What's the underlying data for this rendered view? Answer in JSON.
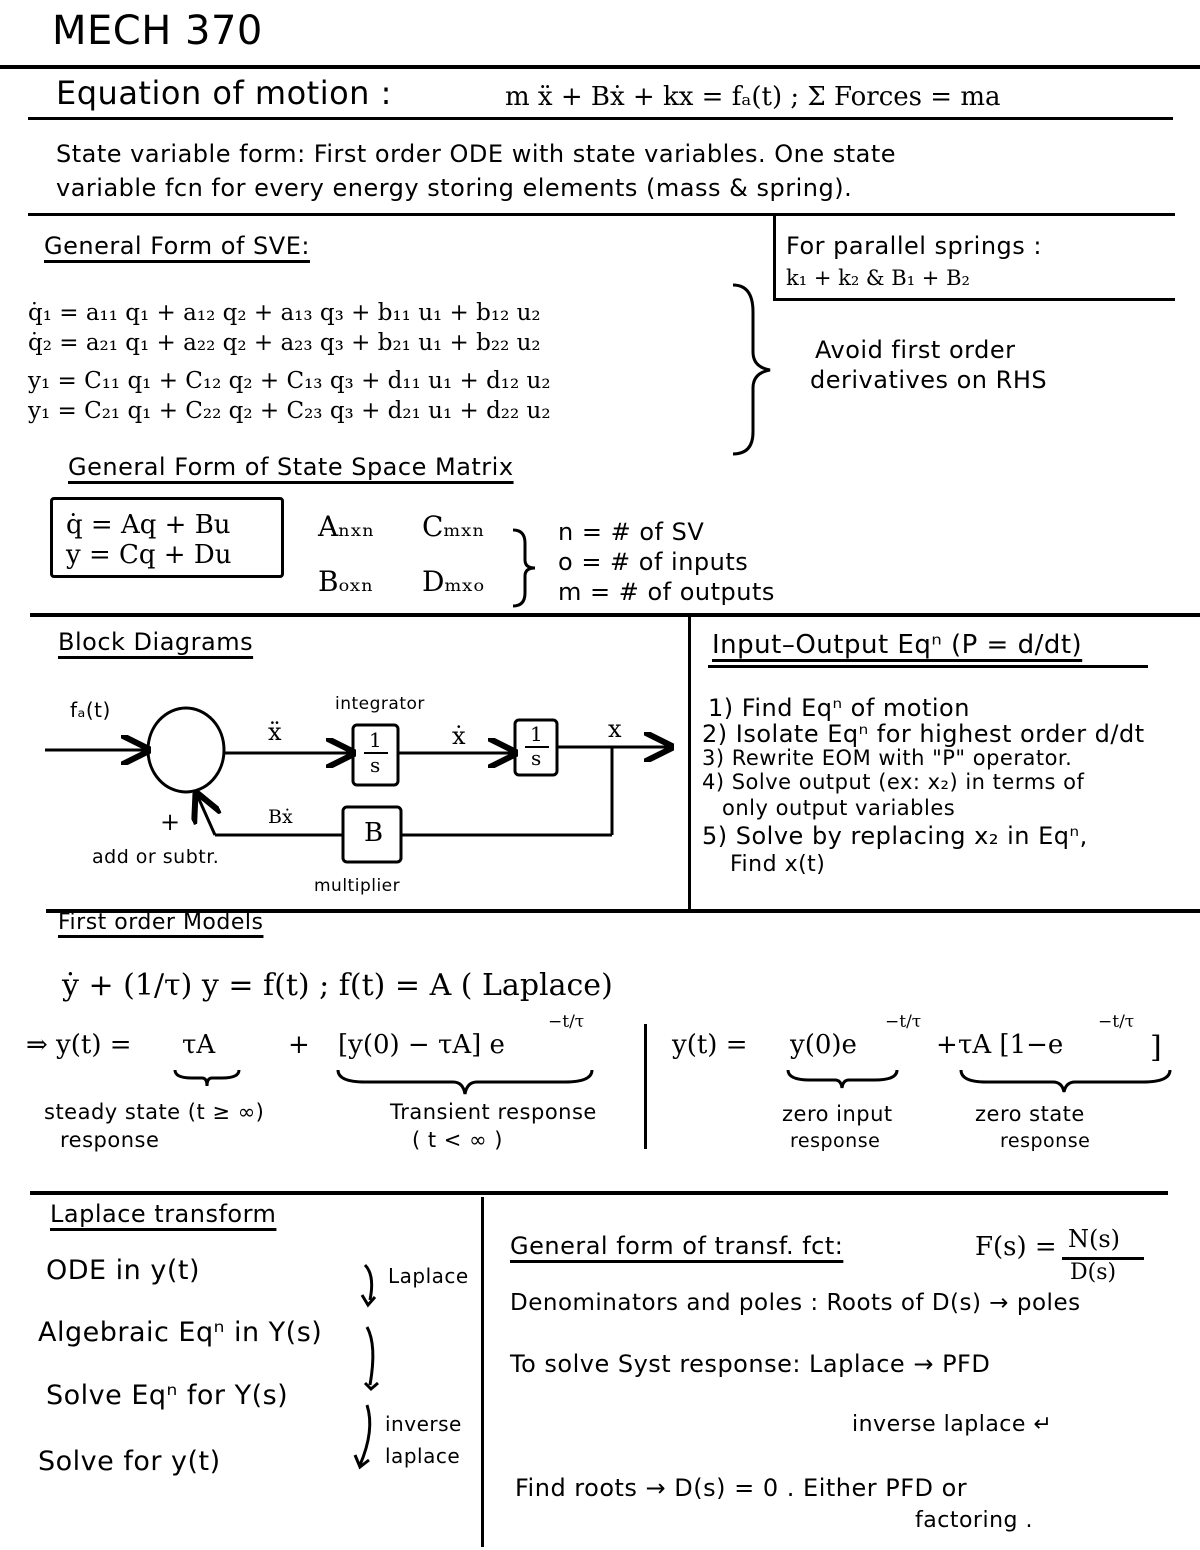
{
  "header": {
    "title": "MECH 370"
  },
  "equation_of_motion": {
    "label": "Equation of motion :",
    "formula": "m ẍ + Bẋ + kx = fₐ(t) ; Σ Forces = ma"
  },
  "state_variable_form": {
    "line1": "State variable form: First order ODE with state variables. One state",
    "line2": "variable fcn for every energy storing elements (mass & spring)."
  },
  "sve": {
    "heading": "General Form of SVE:",
    "equations": [
      "q̇₁ = a₁₁ q₁ + a₁₂ q₂ + a₁₃ q₃ + b₁₁ u₁ + b₁₂ u₂",
      "q̇₂ = a₂₁ q₁ + a₂₂ q₂ + a₂₃ q₃ + b₂₁ u₁ + b₂₂ u₂",
      "y₁ = C₁₁ q₁ + C₁₂ q₂ + C₁₃ q₃ + d₁₁ u₁ + d₁₂ u₂",
      "y₁ = C₂₁ q₁ + C₂₂ q₂ + C₂₃ q₃ + d₂₁ u₁ + d₂₂ u₂"
    ],
    "note_line1": "Avoid first order",
    "note_line2": "derivatives on RHS"
  },
  "parallel_springs": {
    "line1": "For parallel springs :",
    "line2": "k₁ + k₂ & B₁ + B₂"
  },
  "state_space": {
    "heading": "General Form of State Space Matrix",
    "boxed_eq1": "q̇ = Aq + Bu",
    "boxed_eq2": "y = Cq + Du",
    "dims": [
      "Aₙₓₙ",
      "Cₘₓₙ",
      "Bₒₓₙ",
      "Dₘₓₒ"
    ],
    "definitions": [
      "n = # of SV",
      "o = # of inputs",
      "m = # of outputs"
    ]
  },
  "block_diagram": {
    "heading": "Block Diagrams",
    "input_label": "fₐ(t)",
    "sum_sign": "+",
    "sum_label": "add or subtr.",
    "xddot": "ẍ",
    "integrator_label": "integrator",
    "integrator_block": {
      "num": "1",
      "den": "s"
    },
    "xdot": "ẋ",
    "output_label": "x",
    "feedback_label": "Bẋ",
    "multiplier_block": "B",
    "multiplier_label": "multiplier"
  },
  "input_output": {
    "heading": "Input–Output Eqⁿ (P = d/dt)",
    "steps": [
      "1) Find Eqⁿ of motion",
      "2) Isolate Eqⁿ for highest order d/dt",
      "3) Rewrite EOM with \"P\" operator.",
      "4) Solve output (ex: x₂) in terms of",
      "only output variables",
      "5) Solve by replacing x₂ in Eqⁿ,",
      "Find x(t)"
    ]
  },
  "first_order": {
    "heading": "First order Models",
    "ode": "ẏ + (1/τ) y = f(t) ; f(t) = A     ( Laplace)",
    "solution_left": {
      "prefix": "⇒ y(t) =",
      "term1": "τA",
      "plus": "+",
      "term2": "[y(0) − τA] e",
      "term2_exp": "−t/τ",
      "label1_line1": "steady state (t ≥ ∞)",
      "label1_line2": "response",
      "label2_line1": "Transient response",
      "label2_line2": "( t < ∞ )"
    },
    "solution_right": {
      "prefix": "y(t) =",
      "term1": "y(0)e",
      "term1_exp": "−t/τ",
      "plus": "+",
      "term2": "τA [1−e",
      "term2_exp": "−t/τ",
      "term2_close": "]",
      "label1_line1": "zero input",
      "label1_line2": "response",
      "label2_line1": "zero state",
      "label2_line2": "response"
    }
  },
  "laplace": {
    "heading": "Laplace transform",
    "steps": [
      "ODE in y(t)",
      "Algebraic Eqⁿ in Y(s)",
      "Solve Eqⁿ for Y(s)",
      "Solve for y(t)"
    ],
    "arrow1_label": "Laplace",
    "arrow2_label_line1": "inverse",
    "arrow2_label_line2": "laplace"
  },
  "transfer_function": {
    "heading": "General form of transf. fct:",
    "formula_prefix": "F(s) =",
    "numerator": "N(s)",
    "denominator": "D(s)",
    "line1": "Denominators and poles : Roots of D(s) → poles",
    "line2": "To solve Syst response: Laplace → PFD",
    "line3": "inverse laplace ↵",
    "line4": "Find roots → D(s) = 0 . Either PFD or",
    "line5": "factoring ."
  }
}
